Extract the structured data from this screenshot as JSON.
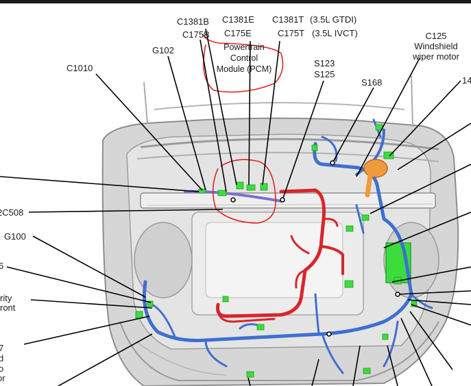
{
  "labels": {
    "c1381b": "C1381B",
    "c175b": "C175B",
    "c1381e": "C1381E",
    "c175e": "C175E",
    "c1381t": "C1381T",
    "c175t": "C175T",
    "gtdi": "(3.5L GTDI)",
    "ivct": "(3.5L IVCT)",
    "pcm_line1": "Powertrain",
    "pcm_line2": "Control",
    "pcm_line3": "Module (PCM)",
    "g102": "G102",
    "c1010": "C1010",
    "s123": "S123",
    "s125": "S125",
    "s168": "S168",
    "c125": "C125",
    "wiper_line1": "Windshield",
    "wiper_line2": "wiper motor",
    "right_cut": "14",
    "c508": "2C508",
    "g100": "G100",
    "left_6": "6",
    "left_rity": "rity",
    "left_ront": "ront",
    "left_7": "7",
    "left_d1": "d",
    "left_o": "o",
    "left_or": "or"
  },
  "colors": {
    "harness_blue": "#3f6fd0",
    "harness_red": "#d8252c",
    "connector_green": "#3ddc3d",
    "annotation_red": "#e02424",
    "body_gray": "#c9c9c9"
  }
}
